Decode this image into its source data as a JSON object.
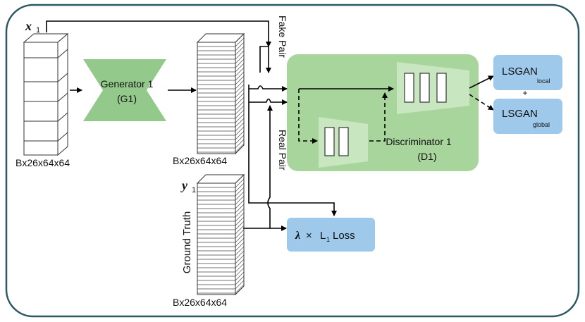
{
  "input": {
    "symbol": "x",
    "subscript": "1",
    "dims": "Bx26x64x64"
  },
  "generator": {
    "line1": "Generator 1",
    "line2": "(G1)"
  },
  "generated": {
    "dims": "Bx26x64x64"
  },
  "target": {
    "symbol": "y",
    "subscript": "1",
    "side_label": "Ground Truth",
    "dims": "Bx26x64x64"
  },
  "pairs": {
    "fake": "Fake Pair",
    "real": "Real Pair"
  },
  "discriminator": {
    "line1": "Discriminator 1",
    "line2": "(D1)"
  },
  "losses": {
    "lsgan_local_main": "LSGAN",
    "lsgan_local_sub": "local",
    "plus": "+",
    "lsgan_global_main": "LSGAN",
    "lsgan_global_sub": "global",
    "l1_lambda": "λ",
    "l1_times": "×",
    "l1_main": "L",
    "l1_sub": "1",
    "l1_loss": "Loss"
  },
  "colors": {
    "frame_border": "#2c5961",
    "green_block": "#a8d59b",
    "generator_fill": "#93c98a",
    "trapezoid_fill": "#c8e7c0",
    "blue_box": "#9ec9ea"
  }
}
